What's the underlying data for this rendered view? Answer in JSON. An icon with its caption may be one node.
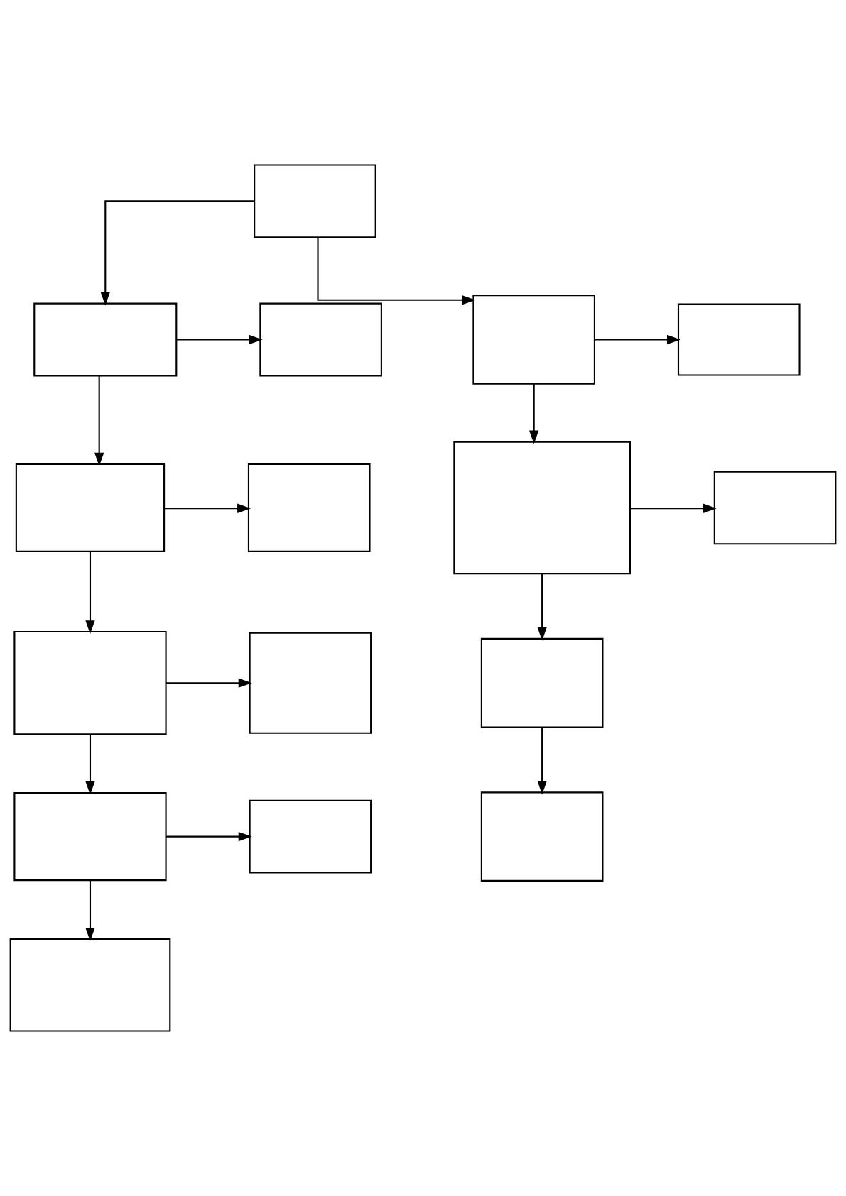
{
  "diagram": {
    "nodes": [
      {
        "text": [],
        "shape": "box"
      },
      {
        "text": [],
        "shape": "box"
      },
      {
        "text": [],
        "shape": "box"
      },
      {
        "text": [],
        "shape": "box"
      },
      {
        "text": [],
        "shape": "box"
      },
      {
        "text": [],
        "shape": "box"
      },
      {
        "text": [],
        "shape": "box"
      },
      {
        "text": [],
        "shape": "box"
      },
      {
        "text": [],
        "shape": "box"
      },
      {
        "text": [],
        "shape": "box"
      },
      {
        "text": [],
        "shape": "box"
      },
      {
        "text": [],
        "shape": "box"
      },
      {
        "text": [],
        "shape": "box"
      },
      {
        "text": [],
        "shape": "box"
      },
      {
        "text": [],
        "shape": "box"
      },
      {
        "text": [],
        "shape": "box"
      }
    ],
    "edges": [
      {
        "from": 0,
        "to": 1,
        "arrow": "to"
      },
      {
        "from": 0,
        "to": 3,
        "arrow": "to"
      },
      {
        "from": 1,
        "to": 2,
        "arrow": "to"
      },
      {
        "from": 1,
        "to": 5,
        "arrow": "to"
      },
      {
        "from": 3,
        "to": 4,
        "arrow": "to"
      },
      {
        "from": 3,
        "to": 7,
        "arrow": "to"
      },
      {
        "from": 5,
        "to": 6,
        "arrow": "to"
      },
      {
        "from": 5,
        "to": 9,
        "arrow": "to"
      },
      {
        "from": 7,
        "to": 8,
        "arrow": "to"
      },
      {
        "from": 7,
        "to": 11,
        "arrow": "to"
      },
      {
        "from": 9,
        "to": 10,
        "arrow": "to"
      },
      {
        "from": 9,
        "to": 12,
        "arrow": "to"
      },
      {
        "from": 11,
        "to": 14,
        "arrow": "to"
      },
      {
        "from": 12,
        "to": 13,
        "arrow": "to"
      },
      {
        "from": 12,
        "to": 15,
        "arrow": "to"
      }
    ]
  }
}
